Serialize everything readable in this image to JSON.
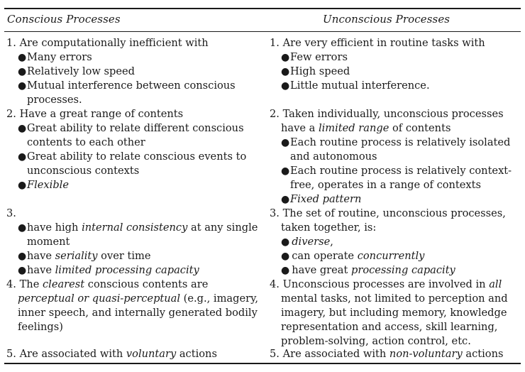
{
  "headers": {
    "left": "Conscious Processes",
    "right": "Unconscious Processes"
  },
  "bullet_glyph": "●",
  "left": {
    "i1": {
      "num": "1.",
      "head": "Are computationally inefficient with",
      "b1": "Many errors",
      "b2": "Relatively low speed",
      "b3": "Mutual interference between conscious processes."
    },
    "i2": {
      "num": "2.",
      "head": "Have a great range of contents",
      "b1": "Great ability to relate different conscious contents to each other",
      "b2": "Great ability to relate conscious events to unconscious contexts",
      "b3": "Flexible"
    },
    "i3": {
      "num": "3.",
      "b1_pre": "have high ",
      "b1_it": "internal consistency",
      "b1_post": " at any single moment",
      "b2_pre": "have ",
      "b2_it": "seriality",
      "b2_post": " over time",
      "b3_pre": "have ",
      "b3_it": "limited processing capacity"
    },
    "i4": {
      "num": "4.",
      "pre": "The ",
      "it1": "clearest",
      "mid": " conscious contents are ",
      "it2": "perceptual or quasi-perceptual",
      "post": " (e.g., imagery, inner speech, and internally generated bodily feelings)"
    },
    "i5": {
      "num": "5.",
      "pre": "Are associated with ",
      "it": "voluntary",
      "post": " actions"
    }
  },
  "right": {
    "i1": {
      "num": "1.",
      "head": "Are very efficient in routine tasks with",
      "b1": "Few errors",
      "b2": "High speed",
      "b3": "Little mutual interference."
    },
    "i2": {
      "num": "2.",
      "pre": "Taken individually, unconscious processes have a ",
      "it": "limited range",
      "post": " of contents",
      "b1": "Each routine process is relatively isolated and autonomous",
      "b2": "Each routine process is relatively context-free, operates in a range of contexts",
      "b3": "Fixed pattern"
    },
    "i3": {
      "num": "3.",
      "head": "The set of routine, unconscious processes, taken together, is:",
      "b1": "diverse",
      "b1_post": ",",
      "b2_pre": "can operate ",
      "b2_it": "concurrently",
      "b3_pre": "have great ",
      "b3_it": "processing capacity"
    },
    "i4": {
      "num": "4.",
      "pre": "Unconscious processes are involved in ",
      "it": "all",
      "post": " mental tasks, not limited to perception and imagery, but including memory, knowledge representation and access, skill learning, problem-solving, action control, etc."
    },
    "i5": {
      "num": "5.",
      "pre": "Are associated with ",
      "it": "non-voluntary",
      "post": " actions"
    }
  }
}
